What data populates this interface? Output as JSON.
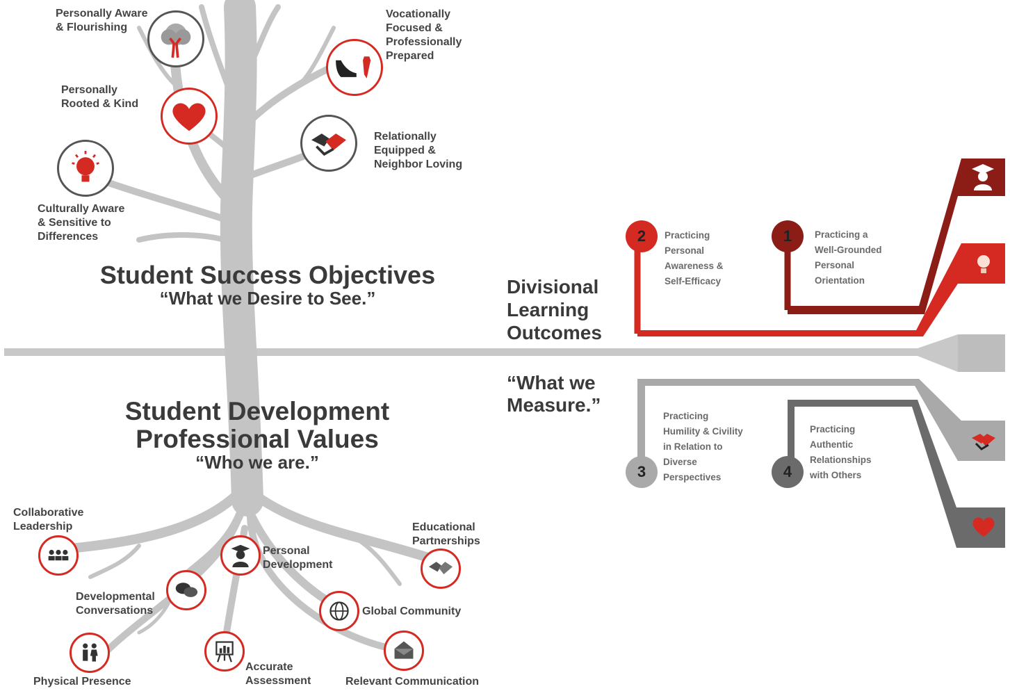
{
  "title_success": "Student Success Objectives",
  "subtitle_success": "“What we Desire to See.”",
  "title_values": "Student Development\nProfessional Values",
  "subtitle_values": "“Who we are.”",
  "outcomes_label": "Divisional\nLearning\nOutcomes",
  "measure_label": "“What we\nMeasure.”",
  "objectives": [
    {
      "label": "Personally Aware\n& Flourishing",
      "icon": "tree-icon"
    },
    {
      "label": "Vocationally\nFocused &\nProfessionally\nPrepared",
      "icon": "shoe-tie-icon"
    },
    {
      "label": "Personally\nRooted & Kind",
      "icon": "heart-icon"
    },
    {
      "label": "Relationally\nEquipped &\nNeighbor Loving",
      "icon": "handshake-icon"
    },
    {
      "label": "Culturally Aware\n& Sensitive to\nDifferences",
      "icon": "lightbulb-icon"
    }
  ],
  "values": [
    {
      "label": "Collaborative\nLeadership",
      "icon": "people-icon"
    },
    {
      "label": "Personal\nDevelopment",
      "icon": "graduate-icon"
    },
    {
      "label": "Educational\nPartnerships",
      "icon": "handshake-icon"
    },
    {
      "label": "Developmental\nConversations",
      "icon": "speech-bubbles-icon"
    },
    {
      "label": "Global Community",
      "icon": "globe-icon"
    },
    {
      "label": "Physical Presence",
      "icon": "couple-icon"
    },
    {
      "label": "Accurate\nAssessment",
      "icon": "easel-chart-icon"
    },
    {
      "label": "Relevant Communication",
      "icon": "envelope-icon"
    }
  ],
  "outcomes": [
    {
      "number": "1",
      "label": "Practicing a\nWell-Grounded\nPersonal\nOrientation",
      "color": "#8c1c16"
    },
    {
      "number": "2",
      "label": "Practicing\nPersonal\nAwareness &\nSelf-Efficacy",
      "color": "#d42a22"
    },
    {
      "number": "3",
      "label": "Practicing\nHumility & Civility\nin Relation to\nDiverse\nPerspectives",
      "color": "#a9a9a9"
    },
    {
      "number": "4",
      "label": "Practicing\nAuthentic\nRelationships\nwith Others",
      "color": "#6b6b6b"
    }
  ],
  "colors": {
    "red": "#d42a22",
    "dark_red": "#8c1c16",
    "gray": "#b5b5b5",
    "dark_gray": "#6b6b6b",
    "tree": "#c4c4c4"
  }
}
